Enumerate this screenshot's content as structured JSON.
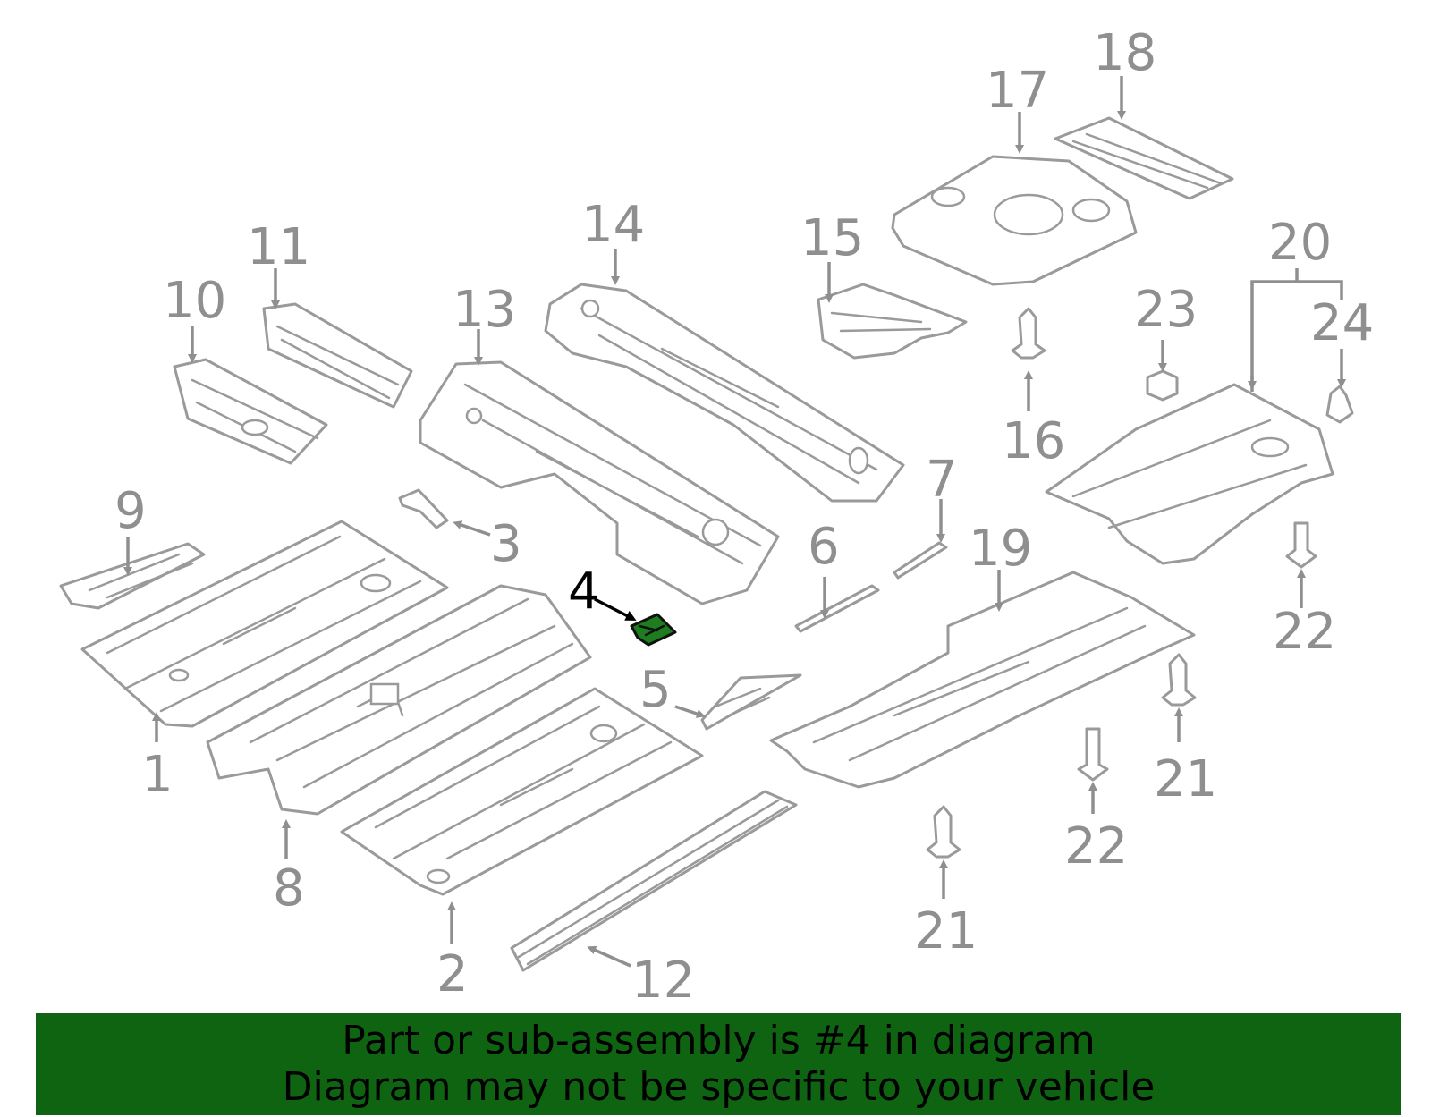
{
  "diagram": {
    "callouts": [
      "1",
      "2",
      "3",
      "4",
      "5",
      "6",
      "7",
      "8",
      "9",
      "10",
      "11",
      "12",
      "13",
      "14",
      "15",
      "16",
      "17",
      "18",
      "19",
      "20",
      "21",
      "21",
      "22",
      "22",
      "23",
      "24"
    ],
    "highlighted_callout": "4",
    "colors": {
      "line": "#9a9a9a",
      "highlight_part": "#1e7d1e",
      "banner": "#0f6412"
    }
  },
  "banner": {
    "line1": "Part or sub-assembly is #4 in diagram",
    "line2": "Diagram may not be specific to your vehicle"
  }
}
